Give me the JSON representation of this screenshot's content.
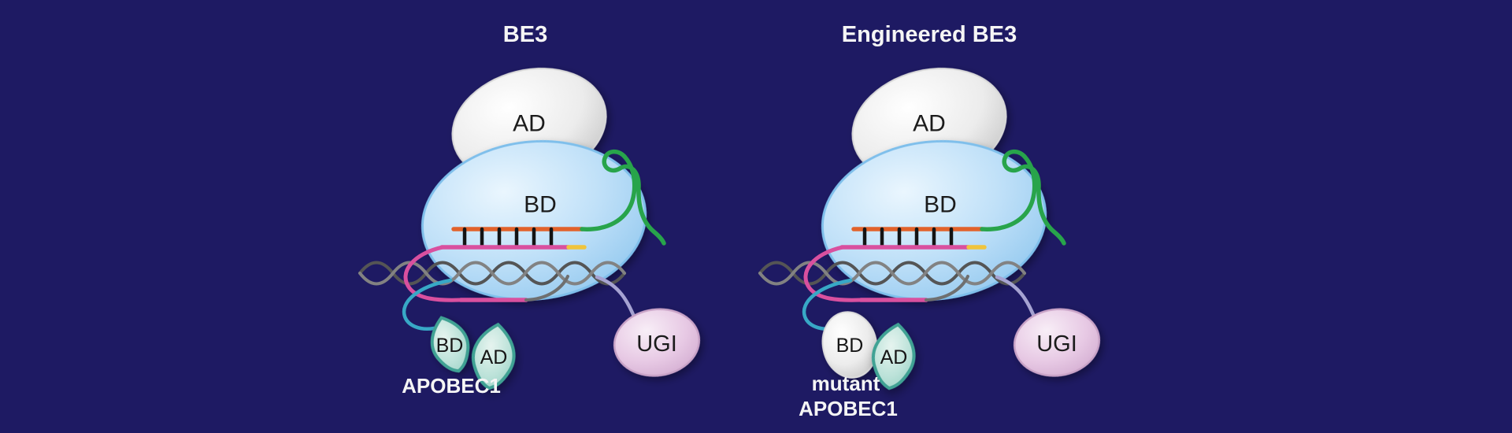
{
  "figure": {
    "description": "Schematic comparison of BE3 and Engineered BE3 base editors"
  },
  "panels": {
    "left": {
      "title": "BE3",
      "ad_label": "AD",
      "bd_label": "BD",
      "apobec_bd_label": "BD",
      "apobec_ad_label": "AD",
      "apobec_caption": "APOBEC1",
      "ugi_label": "UGI"
    },
    "right": {
      "title": "Engineered BE3",
      "ad_label": "AD",
      "bd_label": "BD",
      "apobec_bd_label": "BD",
      "apobec_ad_label": "AD",
      "apobec_caption_line1": "mutant",
      "apobec_caption_line2": "APOBEC1",
      "ugi_label": "UGI"
    }
  },
  "colors": {
    "background": "#1e1a63",
    "cas9_body_blue": "#bfe0f8",
    "cas9_outline": "#7fbfeb",
    "ad_domain_grey": "#e2e2e2",
    "sgrna_scaffold_green": "#28a44b",
    "guide_rna_orange": "#e2622b",
    "target_strand_pink": "#d9509f",
    "pam_yellow": "#f0c43c",
    "dna_helix_grey": "#5f5f5f",
    "apobec_leaf_fill": "#bce2d9",
    "apobec_leaf_outline": "#3fa294",
    "ugi_fill": "#e7c9e4",
    "linker_cyan": "#38a8c6",
    "linker_lavender": "#a6a3d2",
    "title_text": "#ffffff",
    "label_text": "#1b1b1b"
  }
}
